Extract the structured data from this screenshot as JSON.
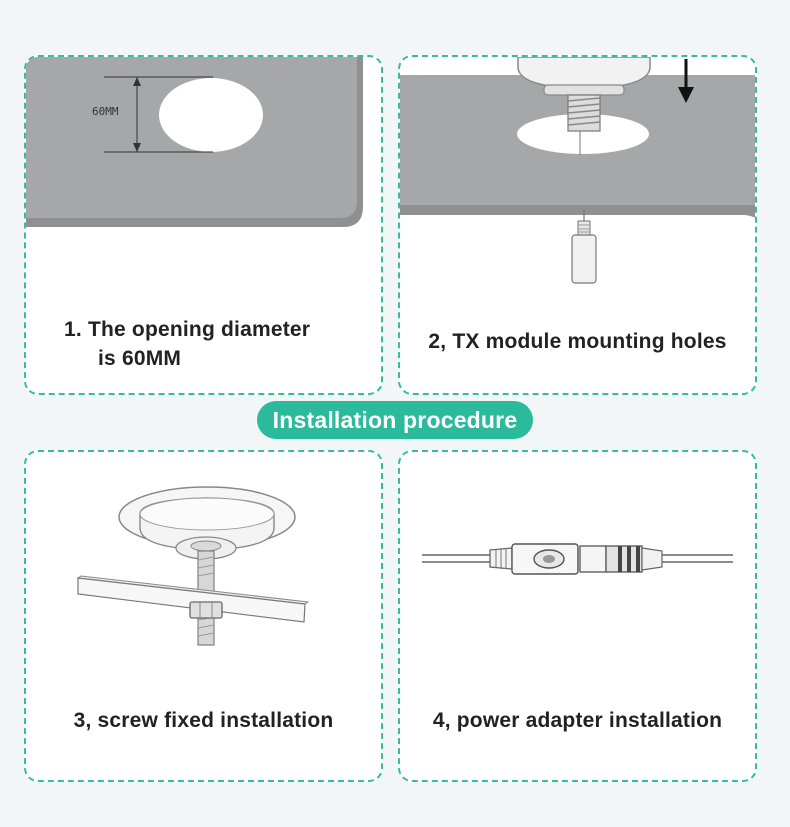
{
  "header": {
    "badge_label": "Installation procedure"
  },
  "steps": [
    {
      "caption_line1": "1. The opening diameter",
      "caption_line2": "is 60MM",
      "dimension_label": "60MM"
    },
    {
      "caption": "2, TX module mounting holes"
    },
    {
      "caption": "3, screw fixed installation"
    },
    {
      "caption": "4, power adapter installation"
    }
  ],
  "colors": {
    "accent": "#2bbb9c",
    "panel_border": "#35bca3",
    "plate_gray": "#a5a7a8",
    "background": "#f3f6f7"
  }
}
